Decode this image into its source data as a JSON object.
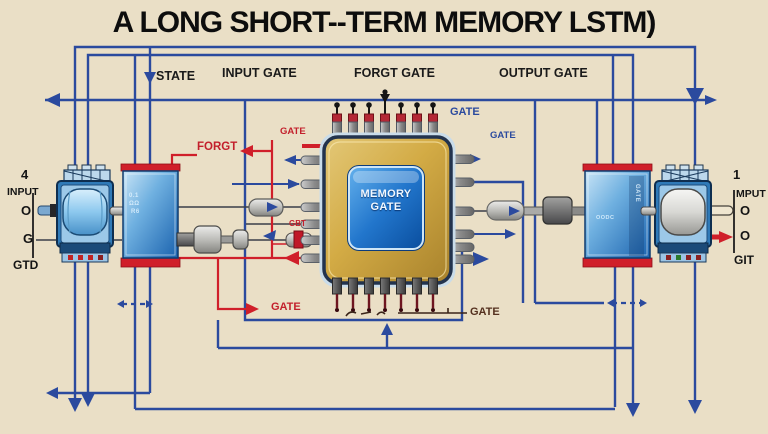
{
  "title": "A LONG SHORT--TERM MEMORY LSTM)",
  "section_labels": {
    "state": "STATE",
    "input_gate": "INPUT GATE",
    "forget_gate": "FORGT GATE",
    "output_gate": "OUTPUT GATE"
  },
  "chip": {
    "label_line1": "MEMORY",
    "label_line2": "GATE"
  },
  "left_terminal": {
    "pin_number": "4",
    "label": "INPUT",
    "port1": "O",
    "port2": "G",
    "ground": "GTD"
  },
  "right_terminal": {
    "pin_number": "1",
    "label": "MPUT",
    "port1": "O",
    "port2": "O",
    "ground": "GIT"
  },
  "wire_labels": {
    "forget_red": "FORGT",
    "gate_red_top": "GATE",
    "gbt_red": "GBT",
    "gate_red_bottom": "GATE",
    "gate_blue_upper": "GATE",
    "gate_blue_lower": "GATE",
    "gate_brown_bottom": "GATE"
  },
  "left_gate_box": {
    "text1": "0.1",
    "text2": "ΩΩ",
    "text3": "R6"
  },
  "right_gate_box": {
    "vertical_text": "GATE",
    "bottom_text": "OODC"
  },
  "colors": {
    "background": "#eadfc6",
    "wire_blue": "#2b4a9e",
    "wire_red": "#d01f2a",
    "chip_gold": "#d3ab45",
    "core_blue": "#2276cc",
    "gate_brown": "#54301e",
    "text_black": "#141414"
  }
}
